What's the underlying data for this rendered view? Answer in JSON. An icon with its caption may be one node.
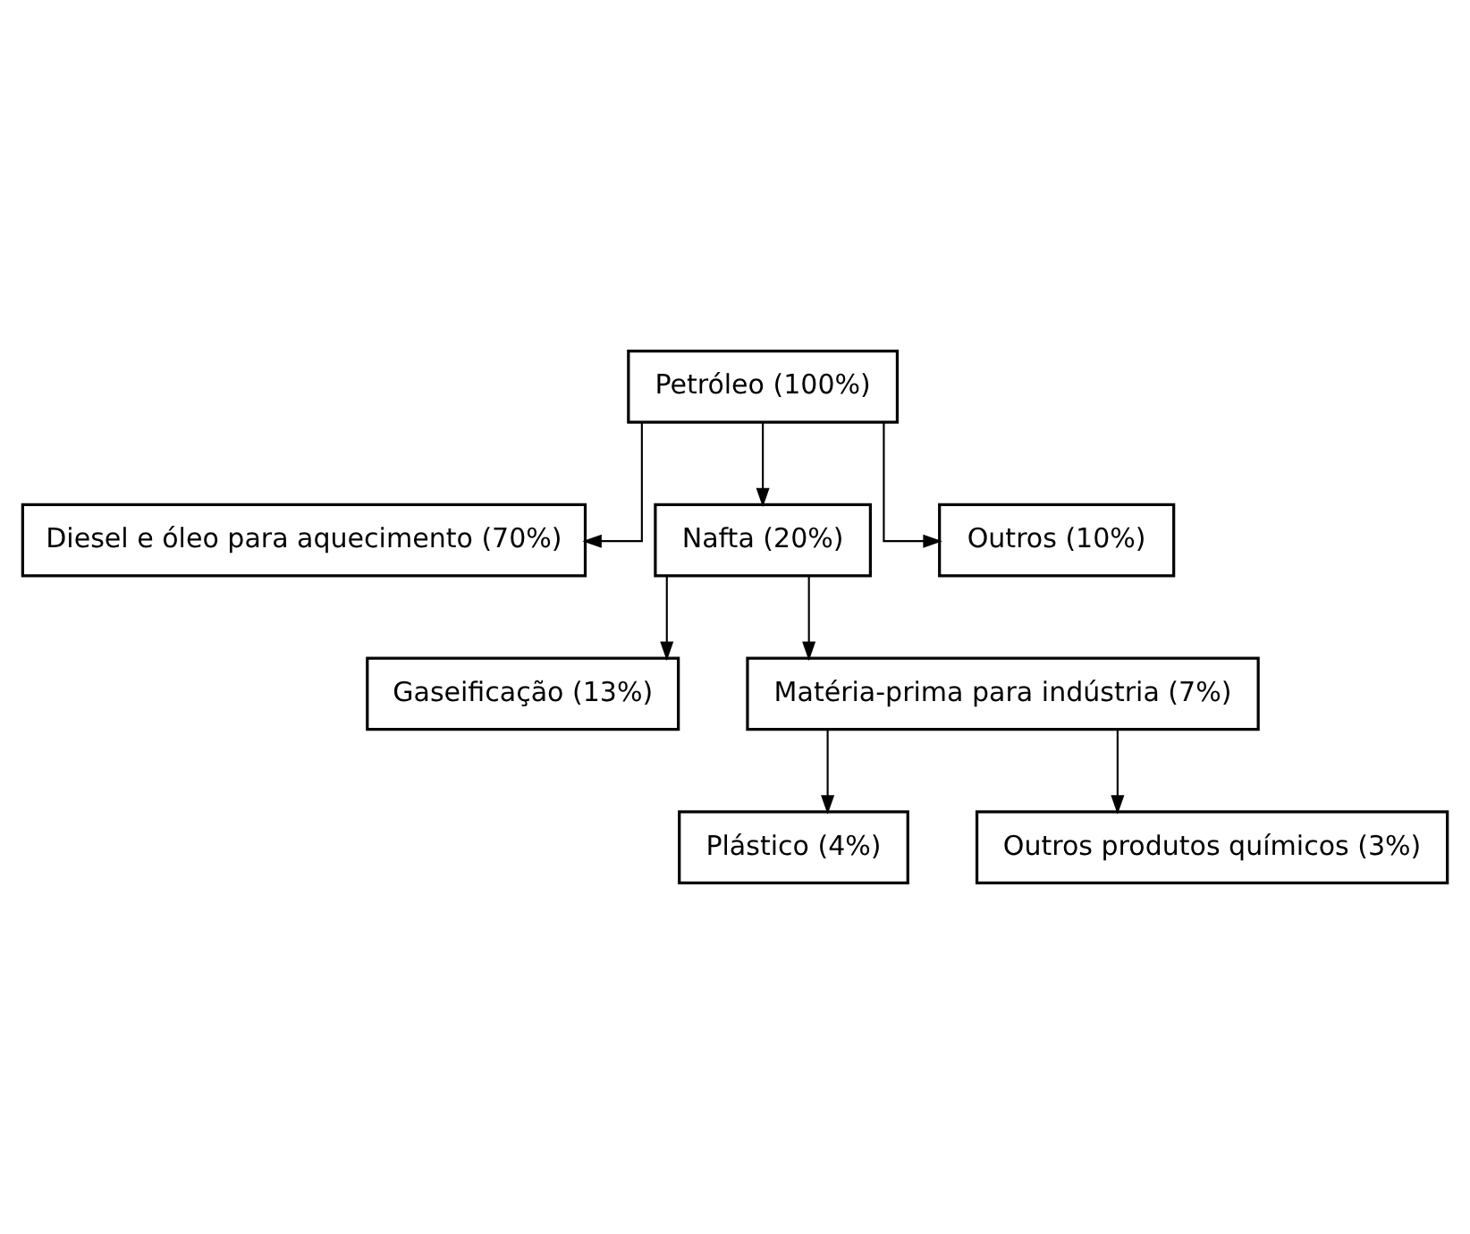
{
  "diagram": {
    "nodes": [
      {
        "text": [
          "Petróleo (100%)"
        ]
      },
      {
        "text": [
          "Diesel e óleo para aquecimento (70%)"
        ]
      },
      {
        "text": [
          "Nafta (20%)"
        ]
      },
      {
        "text": [
          "Outros (10%)"
        ]
      },
      {
        "text": [
          "Gaseificação (13%)"
        ]
      },
      {
        "text": [
          "Matéria-prima para indústria (7%)"
        ]
      },
      {
        "text": [
          "Plástico (4%)"
        ]
      },
      {
        "text": [
          "Outros produtos químicos (3%)"
        ]
      }
    ],
    "edges": [
      {
        "from": 0,
        "to": 1,
        "arrow": "to"
      },
      {
        "from": 0,
        "to": 2,
        "arrow": "to"
      },
      {
        "from": 0,
        "to": 3,
        "arrow": "to"
      },
      {
        "from": 2,
        "to": 4,
        "arrow": "to"
      },
      {
        "from": 2,
        "to": 5,
        "arrow": "to"
      },
      {
        "from": 5,
        "to": 6,
        "arrow": "to"
      },
      {
        "from": 5,
        "to": 7,
        "arrow": "to"
      }
    ]
  }
}
